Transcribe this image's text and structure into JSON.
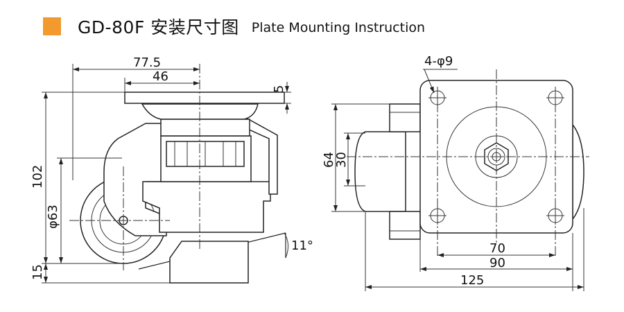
{
  "header": {
    "title": "GD-80F 安装尺寸图",
    "subtitle": "Plate Mounting Instruction",
    "accent_color": "#F39A2E"
  },
  "side_view": {
    "dim_overall_width": "77.5",
    "dim_plate_width": "46",
    "dim_plate_thickness": "5",
    "dim_total_height": "102",
    "dim_wheel_diameter": "φ63",
    "dim_foot_height": "15",
    "dim_tilt_angle": "11°"
  },
  "top_view": {
    "dim_holes": "4-φ9",
    "dim_64": "64",
    "dim_30": "30",
    "dim_hole_spacing": "70",
    "dim_plate_size": "90",
    "dim_overall_length": "125"
  }
}
